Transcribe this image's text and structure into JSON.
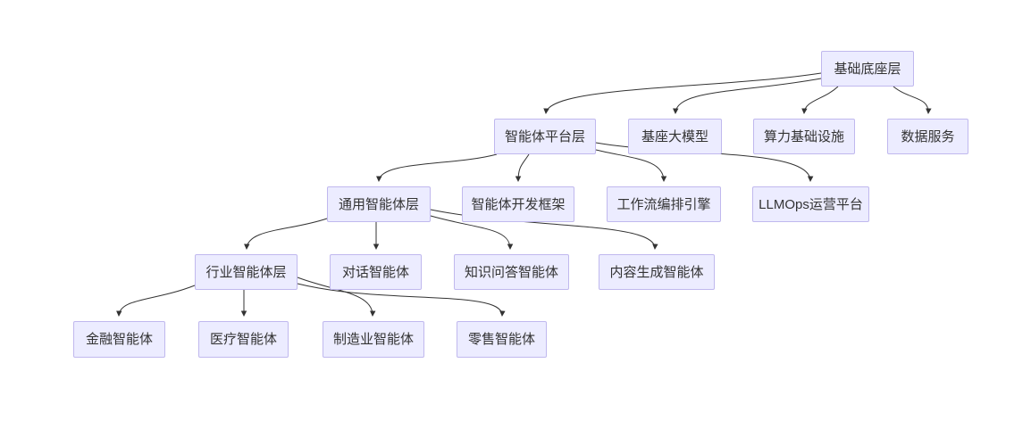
{
  "diagram": {
    "type": "flowchart-top-down",
    "colors": {
      "background": "#FFFFFF",
      "node_fill": "#ECECFF",
      "node_border": "#C0B8EE",
      "edge": "#333333",
      "text": "#333333"
    },
    "nodes": [
      {
        "id": "foundation-base-layer",
        "label": "基础底座层"
      },
      {
        "id": "agent-platform-layer",
        "label": "智能体平台层"
      },
      {
        "id": "base-llm",
        "label": "基座大模型"
      },
      {
        "id": "compute-infrastructure",
        "label": "算力基础设施"
      },
      {
        "id": "data-services",
        "label": "数据服务"
      },
      {
        "id": "general-agent-layer",
        "label": "通用智能体层"
      },
      {
        "id": "agent-dev-framework",
        "label": "智能体开发框架"
      },
      {
        "id": "workflow-orchestration-engine",
        "label": "工作流编排引擎"
      },
      {
        "id": "llmops-platform",
        "label": "LLMOps运营平台"
      },
      {
        "id": "industry-agent-layer",
        "label": "行业智能体层"
      },
      {
        "id": "dialog-agent",
        "label": "对话智能体"
      },
      {
        "id": "knowledge-qa-agent",
        "label": "知识问答智能体"
      },
      {
        "id": "content-generation-agent",
        "label": "内容生成智能体"
      },
      {
        "id": "finance-agent",
        "label": "金融智能体"
      },
      {
        "id": "medical-agent",
        "label": "医疗智能体"
      },
      {
        "id": "manufacturing-agent",
        "label": "制造业智能体"
      },
      {
        "id": "retail-agent",
        "label": "零售智能体"
      }
    ],
    "edges": [
      {
        "from": "基础底座层",
        "to": "智能体平台层"
      },
      {
        "from": "基础底座层",
        "to": "基座大模型"
      },
      {
        "from": "基础底座层",
        "to": "算力基础设施"
      },
      {
        "from": "基础底座层",
        "to": "数据服务"
      },
      {
        "from": "智能体平台层",
        "to": "通用智能体层"
      },
      {
        "from": "智能体平台层",
        "to": "智能体开发框架"
      },
      {
        "from": "智能体平台层",
        "to": "工作流编排引擎"
      },
      {
        "from": "智能体平台层",
        "to": "LLMOps运营平台"
      },
      {
        "from": "通用智能体层",
        "to": "行业智能体层"
      },
      {
        "from": "通用智能体层",
        "to": "对话智能体"
      },
      {
        "from": "通用智能体层",
        "to": "知识问答智能体"
      },
      {
        "from": "通用智能体层",
        "to": "内容生成智能体"
      },
      {
        "from": "行业智能体层",
        "to": "金融智能体"
      },
      {
        "from": "行业智能体层",
        "to": "医疗智能体"
      },
      {
        "from": "行业智能体层",
        "to": "制造业智能体"
      },
      {
        "from": "行业智能体层",
        "to": "零售智能体"
      }
    ]
  }
}
